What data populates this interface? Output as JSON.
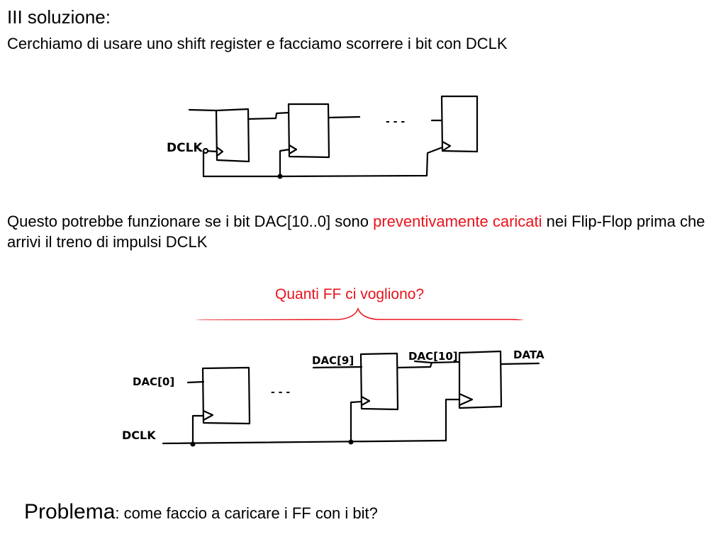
{
  "title": "III soluzione:",
  "subtitle": "Cerchiamo di usare uno shift register e facciamo scorrere i bit con DCLK",
  "diagram1": {
    "clk_label": "DCLK",
    "ellipsis": "- - -"
  },
  "paragraph": {
    "before": "Questo potrebbe funzionare se i bit DAC[10..0] sono ",
    "highlight": "preventivamente caricati",
    "after": " nei Flip-Flop prima che arrivi il treno di impulsi DCLK"
  },
  "question": "Quanti FF ci vogliono?",
  "diagram2": {
    "in0_label": "DAC[0]",
    "in9_label": "DAC[9]",
    "in10_label": "DAC[10]",
    "out_label": "DATA",
    "clk_label": "DCLK",
    "ellipsis": "- - -"
  },
  "problem": {
    "label": "Problema",
    "text": ": come faccio a caricare i FF con i bit?"
  },
  "colors": {
    "accent_red": "#e8141c",
    "ink": "#000000"
  }
}
